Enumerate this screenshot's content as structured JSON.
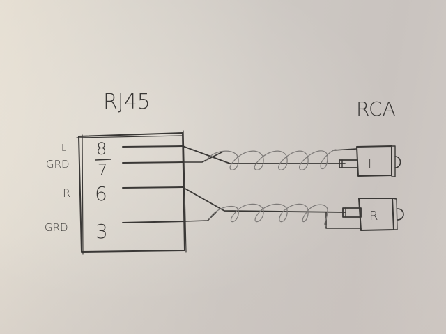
{
  "diagram": {
    "title_left": "RJ45",
    "title_right": "RCA",
    "rj45": {
      "pins": [
        {
          "number": "8",
          "label": "L"
        },
        {
          "number": "7",
          "label": "GRD"
        },
        {
          "number": "6",
          "label": "R"
        },
        {
          "number": "3",
          "label": "GRD"
        }
      ]
    },
    "rca": {
      "connectors": [
        {
          "label": "L",
          "signal_pin": "8",
          "ground_pin": "7"
        },
        {
          "label": "R",
          "signal_pin": "6",
          "ground_pin": "3"
        }
      ]
    },
    "paper_color": "#d4cfc9",
    "pencil_color": "#3a3836"
  }
}
